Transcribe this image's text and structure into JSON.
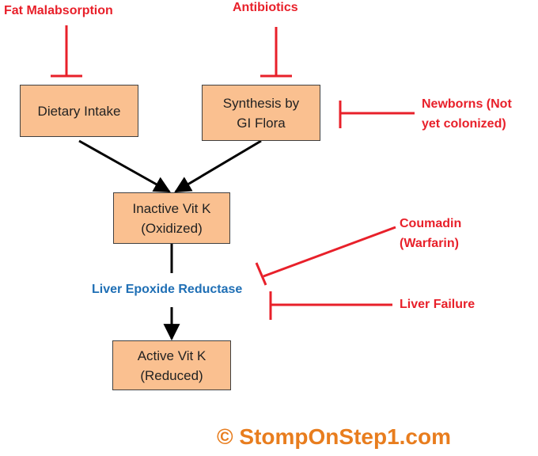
{
  "boxes": {
    "dietary_intake": "Dietary Intake",
    "synthesis_line1": "Synthesis by",
    "synthesis_line2": "GI Flora",
    "inactive_line1": "Inactive Vit K",
    "inactive_line2": "(Oxidized)",
    "active_line1": "Active Vit K",
    "active_line2": "(Reduced)"
  },
  "inhibitors": {
    "fat_malabsorption": "Fat Malabsorption",
    "antibiotics": "Antibiotics",
    "newborns_line1": "Newborns (Not",
    "newborns_line2": "yet colonized)",
    "coumadin_line1": "Coumadin",
    "coumadin_line2": "(Warfarin)",
    "liver_failure": "Liver Failure"
  },
  "enzyme": "Liver Epoxide Reductase",
  "credit": "© StompOnStep1.com",
  "colors": {
    "box_fill": "#fac090",
    "inhibitor_red": "#e8202a",
    "enzyme_blue": "#1f6fb5",
    "credit_orange": "#e87d1e"
  }
}
